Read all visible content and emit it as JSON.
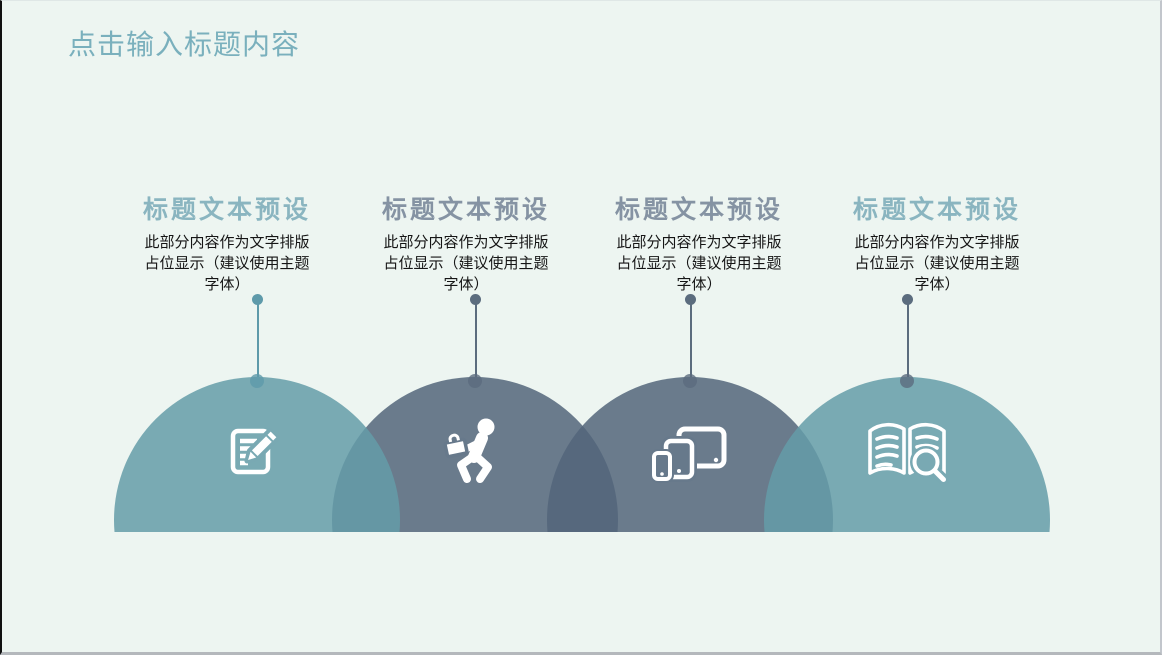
{
  "title": "点击输入标题内容",
  "colors": {
    "background": "#edf5f1",
    "title": "#7ab0bd",
    "body_text": "#151515",
    "dome_teal": "rgba(100,156,168,0.85)",
    "dome_slate": "rgba(82,101,122,0.85)"
  },
  "columns": [
    {
      "heading": "标题文本预设",
      "body": "此部分内容作为文字排版占位显示（建议使用主题字体）",
      "heading_color": "#8ab5c0",
      "connector_color": "#5e9aaa",
      "dome_color": "rgba(100,156,168,0.85)",
      "dome_flat": "#79a9b3",
      "icon": "notepad-pencil-icon"
    },
    {
      "heading": "标题文本预设",
      "body": "此部分内容作为文字排版占位显示（建议使用主题字体）",
      "heading_color": "#8593a3",
      "connector_color": "#5b6c7e",
      "dome_color": "rgba(82,101,122,0.85)",
      "dome_flat": "#67798b",
      "icon": "businessman-running-icon"
    },
    {
      "heading": "标题文本预设",
      "body": "此部分内容作为文字排版占位显示（建议使用主题字体）",
      "heading_color": "#8593a3",
      "connector_color": "#5b6c7e",
      "dome_color": "rgba(82,101,122,0.85)",
      "dome_flat": "#67798b",
      "icon": "responsive-devices-icon"
    },
    {
      "heading": "标题文本预设",
      "body": "此部分内容作为文字排版占位显示（建议使用主题字体）",
      "heading_color": "#8ab5c0",
      "connector_color": "#5b6c7e",
      "dome_color": "rgba(100,156,168,0.85)",
      "dome_flat": "#79a9b3",
      "icon": "book-search-icon"
    }
  ]
}
